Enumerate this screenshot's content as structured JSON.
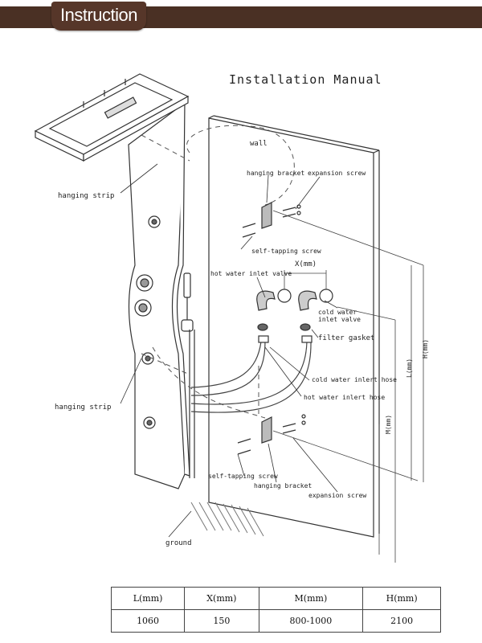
{
  "header": {
    "title": "Instruction"
  },
  "diagram": {
    "title": "Installation Manual",
    "labels": {
      "wall": "wall",
      "hanging_bracket_top": "hanging bracket",
      "expansion_screw_top": "expansion screw",
      "hanging_strip_top": "hanging strip",
      "self_tapping_screw_top": "self-tapping screw",
      "x_mm": "X(mm)",
      "hot_water_inlet_valve": "hot water inlet valve",
      "cold_water_inlet_valve_1": "cold water",
      "cold_water_inlet_valve_2": "inlet valve",
      "filter_gasket": "filter gasket",
      "cold_water_inlet_hose": "cold water inlert hose",
      "hot_water_inlet_hose": "hot water inlert hose",
      "hanging_strip_bottom": "hanging strip",
      "self_tapping_screw_bottom": "self-tapping screw",
      "hanging_bracket_bottom": "hanging bracket",
      "expansion_screw_bottom": "expansion screw",
      "ground": "ground",
      "h_mm": "H(mm)",
      "l_mm": "L(mm)",
      "m_mm": "M(mm)"
    }
  },
  "spec_table": {
    "headers": [
      "L(mm)",
      "X(mm)",
      "M(mm)",
      "H(mm)"
    ],
    "values": [
      "1060",
      "150",
      "800-1000",
      "2100"
    ]
  }
}
